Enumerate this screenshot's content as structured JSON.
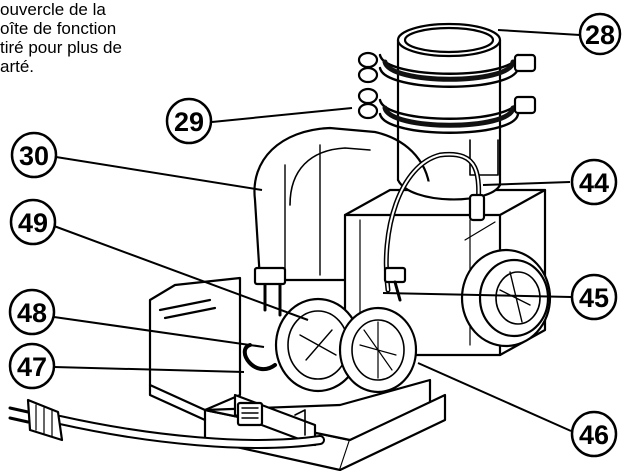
{
  "caption": {
    "lines": [
      "ouvercle de la",
      "oîte de fonction",
      "tiré pour plus de",
      "arté."
    ]
  },
  "callouts": [
    {
      "id": "c28",
      "number": "28"
    },
    {
      "id": "c29",
      "number": "29"
    },
    {
      "id": "c30",
      "number": "30"
    },
    {
      "id": "c44",
      "number": "44"
    },
    {
      "id": "c45",
      "number": "45"
    },
    {
      "id": "c46",
      "number": "46"
    },
    {
      "id": "c47",
      "number": "47"
    },
    {
      "id": "c48",
      "number": "48"
    },
    {
      "id": "c49",
      "number": "49"
    }
  ]
}
